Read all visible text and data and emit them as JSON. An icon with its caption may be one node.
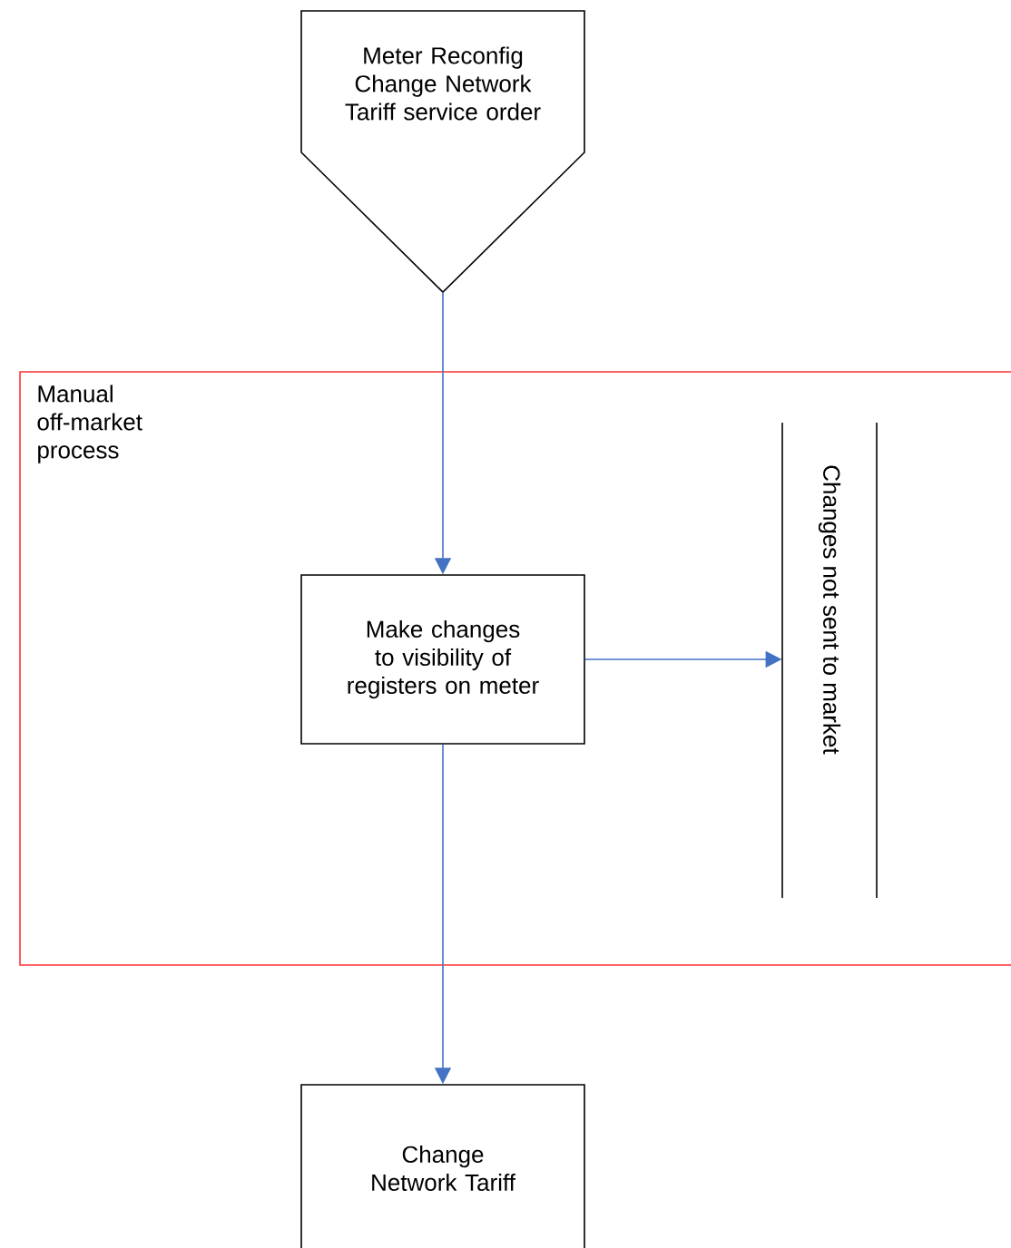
{
  "diagram": {
    "nodes": [
      {
        "text": [
          "Meter Reconfig Change Network Tariff service order"
        ]
      },
      {
        "text": [
          "Manual off-market process"
        ]
      },
      {
        "text": [
          "Make changes to visibility of registers on meter"
        ],
        "in": 1
      },
      {
        "text": [
          "Changes not sent to market"
        ],
        "in": 1
      },
      {
        "text": [
          "Change Network Tariff"
        ]
      }
    ],
    "edges": [
      {
        "from": 0,
        "to": 2,
        "arrow": "to"
      },
      {
        "from": 2,
        "to": 3,
        "arrow": "to"
      },
      {
        "from": 2,
        "to": 4,
        "arrow": "to"
      }
    ]
  }
}
